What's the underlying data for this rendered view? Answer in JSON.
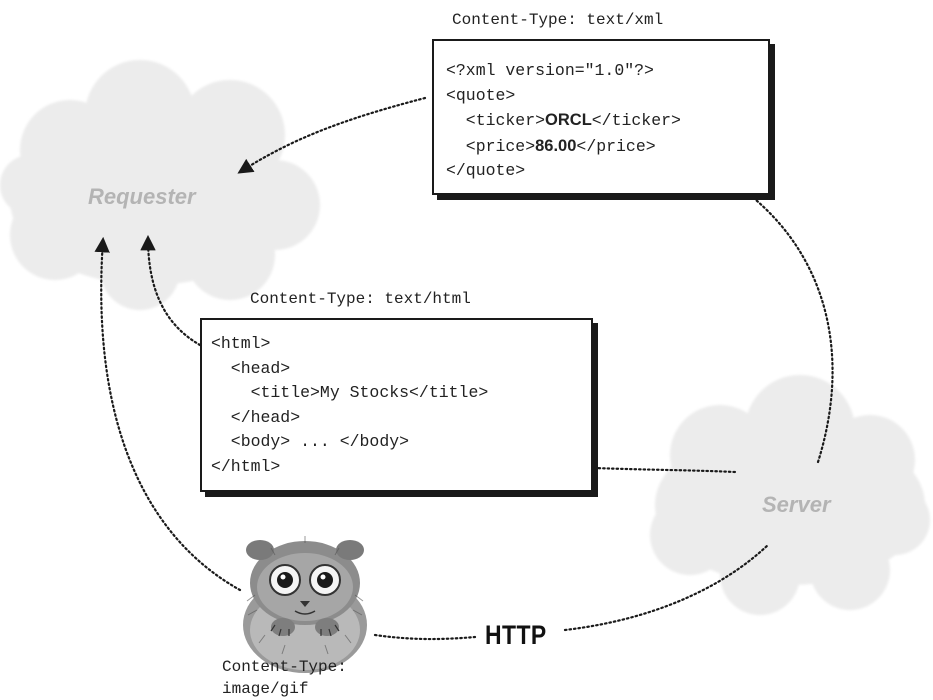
{
  "requester": {
    "label": "Requester"
  },
  "server": {
    "label": "Server"
  },
  "protocol": {
    "label": "HTTP"
  },
  "xml_response": {
    "content_type": "Content-Type: text/xml",
    "line1": "<?xml version=\"1.0\"?>",
    "line2": "<quote>",
    "line3_open": "  <ticker>",
    "line3_value": "ORCL",
    "line3_close": "</ticker>",
    "line4_open": "  <price>",
    "line4_value": "86.00",
    "line4_close": "</price>",
    "line5": "</quote>"
  },
  "html_response": {
    "content_type": "Content-Type: text/html",
    "line1": "<html>",
    "line2": "  <head>",
    "line3": "    <title>My Stocks</title>",
    "line4": "  </head>",
    "line5": "  <body> ... </body>",
    "line6": "</html>"
  },
  "gif_response": {
    "content_type_line1": "Content-Type:",
    "content_type_line2": "image/gif",
    "image_subject": "tarsier-illustration"
  },
  "colors": {
    "cloud_fill": "#ececec",
    "cloud_text": "#b4b4b4",
    "ink": "#1a1a1a"
  }
}
